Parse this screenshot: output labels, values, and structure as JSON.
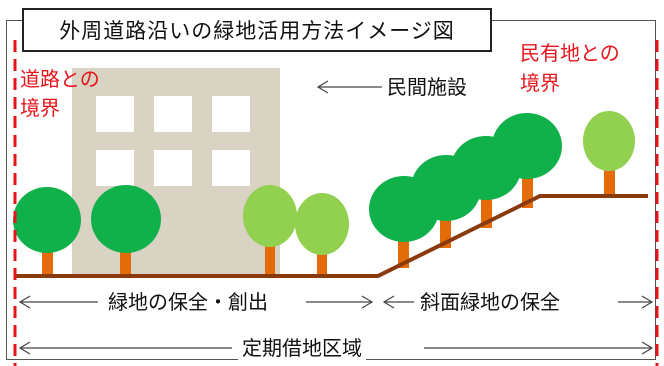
{
  "title": "外周道路沿いの緑地活用方法イメージ図",
  "labels": {
    "left_boundary_line1": "道路との",
    "left_boundary_line2": "境界",
    "right_boundary_line1": "民有地との",
    "right_boundary_line2": "境界",
    "building": "民間施設",
    "green_preserve_create": "緑地の保全・創出",
    "slope_preserve": "斜面緑地の保全",
    "lease_area": "定期借地区域"
  },
  "colors": {
    "boundary": "#e8141c",
    "ground": "#8b3a0e",
    "building": "#d9d3c3",
    "tree_dark": "#10b04a",
    "tree_light": "#92d050",
    "trunk": "#e36c09"
  }
}
